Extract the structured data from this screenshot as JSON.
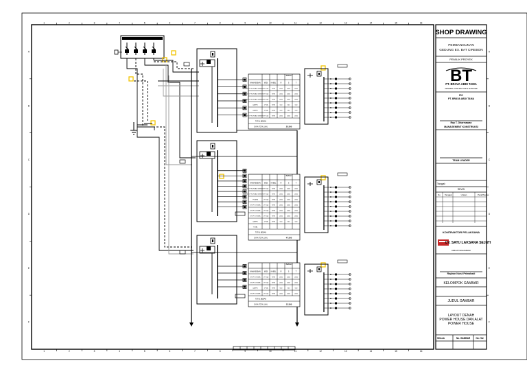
{
  "title_block": {
    "heading": "SHOP DRAWING",
    "project_line1": "PEMBANGUNAN",
    "project_line2": "GEDUNG EX. BAT CIREBON",
    "owner_label": "PEMILIK PROYEK",
    "company_logo": "BT",
    "company_name": "PT. BRAVA ABDI TAMA",
    "company_tagline": "GENERAL CONTRACTOR & SUPPLIER",
    "pic_label": "PIC",
    "pic_company": "PT. BRAVA ABDI TAMA",
    "person_name": "Ray T. Dharmawan",
    "mk_label": "MANAGEMENT KONSTRUKSI",
    "team_leader_label": "TEAM LEADER",
    "date_label": "Tanggal :",
    "revisi_label": "REVISI",
    "revisi_headers": [
      "No",
      "Tanggal",
      "Uraian",
      "Paraf/Nama"
    ],
    "contractor_label": "KONTRAKTOR PELAKSANA",
    "contractor_name": "CV. SATU LAKSANA SEJATI",
    "contractor_sub": "DIBUAT/DIGAMBAR",
    "drafter_name": "Rayhan Nurul Primahadi",
    "group_label": "KELOMPOK GAMBAR",
    "drawing_title_label": "JUDUL GAMBAR",
    "drawing_title_1": "LAYOUT DENAH",
    "drawing_title_2": "POWER HOUSE  DAN ALAT",
    "drawing_title_3": "POWER HOUSE",
    "foot_left": "SKALA",
    "foot_mid": "No. GAMBAR",
    "foot_right": "No. Hal"
  },
  "grid": {
    "columns": [
      "1",
      "2",
      "3",
      "4",
      "5",
      "6",
      "7",
      "8",
      "9",
      "10",
      "11",
      "12",
      "13",
      "14",
      "15",
      "16"
    ],
    "rows": [
      "A",
      "B",
      "C",
      "D",
      "E",
      "F"
    ]
  },
  "panel_tables": [
    {
      "headers": [
        "NAMA BEBAN",
        "MCB",
        "KABEL",
        "R",
        "S",
        "T"
      ],
      "group_header": "BEBAN",
      "rows": [
        [
          "STOP KONTAK GENSET",
          "1P 10A",
          "NYM",
          "2000",
          "2000",
          "2000"
        ],
        [
          "STOP KONTAK GENSET",
          "1P 16A",
          "NYM",
          "2000",
          "2000",
          "2000"
        ],
        [
          "STOP KONTAK GENSET",
          "1P 16A",
          "NYM",
          "2000",
          "2000",
          "2000"
        ],
        [
          "LAMPU",
          "1P 6A",
          "NYM",
          "500",
          "500",
          "500"
        ],
        [
          "LAMPU",
          "1P 6A",
          "NYM",
          "500",
          "500",
          "500"
        ],
        [
          "STOP KONTAK GENSET",
          "1P 10A",
          "NYM",
          "2000",
          "2000",
          "2000"
        ]
      ],
      "total_label": "TOTAL BEBAN",
      "grand_label": "DAYA TOTAL (VA)",
      "grand_value": "25.500"
    },
    {
      "headers": [
        "NAMA BEBAN",
        "MCB",
        "KABEL",
        "R",
        "S",
        "T"
      ],
      "group_header": "BEBAN",
      "rows": [
        [
          "STOP KONTAK GENSET",
          "1P 16A",
          "NYM",
          "2000",
          "2000",
          "2000"
        ],
        [
          "STOP KONTAK GENSET",
          "1P 16A",
          "NYM",
          "2000",
          "2000",
          "2000"
        ],
        [
          "POMPA",
          "1P 16A",
          "NYM",
          "2000",
          "2000",
          "2000"
        ],
        [
          "STOP KONTAK",
          "1P 16A",
          "NYM",
          "2000",
          "2000",
          "2000"
        ],
        [
          "STOP KONTAK",
          "1P 16A",
          "NYM",
          "2000",
          "2000",
          "2000"
        ],
        [
          "STOP KONTAK",
          "1P 16A",
          "NYM",
          "2000",
          "2000",
          "2000"
        ],
        [
          "LAMPU",
          "1P 6A",
          "NYM",
          "500",
          "500",
          "500"
        ],
        [
          "TOTAL",
          "",
          "",
          "",
          "",
          ""
        ]
      ],
      "total_label": "TOTAL BEBAN",
      "grand_label": "DAYA TOTAL (VA)",
      "grand_value": "47.500"
    },
    {
      "headers": [
        "NAMA BEBAN",
        "MCB",
        "KABEL",
        "R",
        "S",
        "T"
      ],
      "group_header": "BEBAN",
      "rows": [
        [
          "STOP KONTAK",
          "1P 16A",
          "NYM",
          "2000",
          "2000",
          "2000"
        ],
        [
          "STOP KONTAK",
          "1P 16A",
          "NYM",
          "2000",
          "2000",
          "2000"
        ],
        [
          "LAMPU",
          "1P 6A",
          "NYM",
          "500",
          "500",
          "500"
        ],
        [
          "STOP KONTAK",
          "1P 16A",
          "NYM",
          "2000",
          "2000",
          "2000"
        ]
      ],
      "total_label": "TOTAL BEBAN",
      "grand_label": "DAYA TOTAL (VA)",
      "grand_value": "13.500"
    }
  ],
  "colors": {
    "ink": "#000000",
    "highlight": "#f2c200",
    "logo_red": "#c62828",
    "grey_wire": "#9a9a9a"
  }
}
